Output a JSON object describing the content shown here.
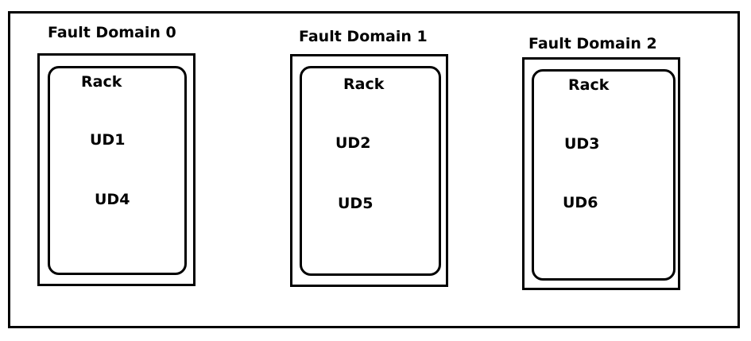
{
  "fault_domains": [
    {
      "title": "Fault Domain 0",
      "rack_label": "Rack",
      "update_domains": [
        "UD1",
        "UD4"
      ]
    },
    {
      "title": "Fault Domain 1",
      "rack_label": "Rack",
      "update_domains": [
        "UD2",
        "UD5"
      ]
    },
    {
      "title": "Fault Domain 2",
      "rack_label": "Rack",
      "update_domains": [
        "UD3",
        "UD6"
      ]
    }
  ]
}
